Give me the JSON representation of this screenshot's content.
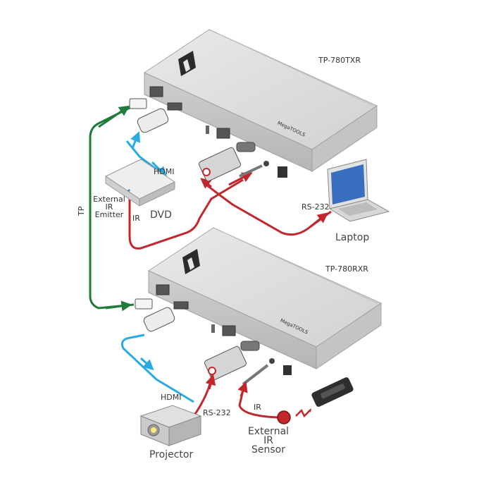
{
  "devices": {
    "transmitter": "TP-780TXR",
    "receiver": "TP-780RXR",
    "brand_mark": "MegaTOOLS"
  },
  "sources": {
    "dvd": "DVD",
    "laptop": "Laptop",
    "projector": "Projector"
  },
  "ir": {
    "emitter": [
      "External",
      "IR",
      "Emitter"
    ],
    "sensor": [
      "External",
      "IR",
      "Sensor"
    ]
  },
  "cables": {
    "tp": "TP",
    "hdmi_top": "HDMI",
    "hdmi_bottom": "HDMI",
    "ir_top": "IR",
    "ir_bottom": "IR",
    "rs232_top": "RS-232",
    "rs232_bottom": "RS-232"
  },
  "colors": {
    "tp_cable": "#1f7a3c",
    "hdmi_cable": "#29abe2",
    "rs232_cable": "#c1272d",
    "ir_cable": "#c1272d",
    "device_body": "#d9d9d9"
  }
}
